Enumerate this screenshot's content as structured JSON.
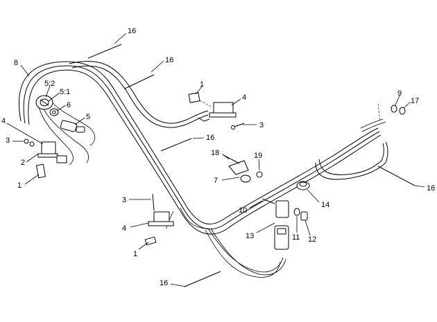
{
  "callouts": [
    {
      "id": "c1",
      "label": "16"
    },
    {
      "id": "c2",
      "label": "16"
    },
    {
      "id": "c3",
      "label": "8"
    },
    {
      "id": "c4",
      "label": "5:2"
    },
    {
      "id": "c5",
      "label": "5:1"
    },
    {
      "id": "c6",
      "label": "6"
    },
    {
      "id": "c7",
      "label": "5"
    },
    {
      "id": "c8",
      "label": "4"
    },
    {
      "id": "c9",
      "label": "3"
    },
    {
      "id": "c10",
      "label": "2"
    },
    {
      "id": "c11",
      "label": "1"
    },
    {
      "id": "c12",
      "label": "1"
    },
    {
      "id": "c13",
      "label": "4"
    },
    {
      "id": "c14",
      "label": "3"
    },
    {
      "id": "c15",
      "label": "16"
    },
    {
      "id": "c16",
      "label": "9"
    },
    {
      "id": "c17",
      "label": "17"
    },
    {
      "id": "c18",
      "label": "18"
    },
    {
      "id": "c19",
      "label": "19"
    },
    {
      "id": "c20",
      "label": "7"
    },
    {
      "id": "c21",
      "label": "16"
    },
    {
      "id": "c22",
      "label": "14"
    },
    {
      "id": "c23",
      "label": "10"
    },
    {
      "id": "c24",
      "label": "13"
    },
    {
      "id": "c25",
      "label": "11"
    },
    {
      "id": "c26",
      "label": "12"
    },
    {
      "id": "c27",
      "label": "3"
    },
    {
      "id": "c28",
      "label": "4"
    },
    {
      "id": "c29",
      "label": "1"
    },
    {
      "id": "c30",
      "label": "16"
    }
  ]
}
